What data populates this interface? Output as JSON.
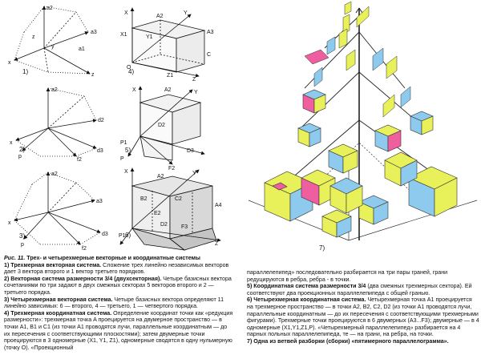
{
  "figure_labels": {
    "left_row_numbers": [
      "1)",
      "2)",
      "3)"
    ],
    "mid_row_numbers": [
      "4)",
      "5)",
      "6)"
    ],
    "right_number": "7)"
  },
  "left_caption": {
    "title_prefix": "Рис. 11.",
    "title_text": " Трех- и четырехмерные векторные и координатные системы",
    "items": [
      {
        "head": "1) Трехмерная векторная система.",
        "body": " Сложение трех линейно независимых векторов дает 3 вектора второго и 1 вектор третьего порядков."
      },
      {
        "head": "2) Векторная система размерности 3/4 (двухсекторная).",
        "body": " Четыре базисных вектора сочетаниями по три задают в двух смежных секторах 5 векторов второго и 2 — третьего порядка."
      },
      {
        "head": "3) Четырехмерная векторная система.",
        "body": " Четыре базисных вектора определяют 11 линейно зависимых: 6 — второго, 4 — третьего, 1 — четвертого порядка."
      },
      {
        "head": "4) Трехмерная координатная система.",
        "body": " Определение координат точки как «редукция размерности»: трехмерная точка A проецируется на двумерное пространство — в точки A1, B1 и C1 (из точки A1 проводятся лучи, параллельные координатным — до их пересечения с соответствующими плоскостями); затем двумерные точки проецируются в 3 одномерные (X1, Y1, Z1), одномерные сводятся в одну нульмерную (точку O). «Проекционный"
      }
    ]
  },
  "right_caption": {
    "lead": "параллелепипед» последовательно разбирается на три пары граней, грани редуцируются в ребра, ребра - в точки.",
    "items": [
      {
        "head": "5) Координатная система размерности 3/4",
        "body": " (два смежных трехмерных сектора). Ей соответствуют два проекционных параллелепипеда с общей гранью."
      },
      {
        "head": "6) Четырехмерная координатная система.",
        "body": " Четырехмерная точка A1 проецируется на трехмерное пространство — в точки A2, B2, C2, D2 (из точки A1 проводятся лучи, параллельные координатным — до их пересечения с соответствующими трехмерными фигурами). Трехмерные точки проецируются в 6 двумерных (A3...F3); двумерные — в 4 одномерные (X1,Y1,Z1,P). «Четырехмерный параллелепипед» разбирается на 4 парных польных параллелепипеда, те — на грани, на ребра, на точки."
      },
      {
        "head": "7) Одна из ветвей разборки (сборки) «пятимерного параллелограмма».",
        "body": ""
      }
    ]
  },
  "colors": {
    "yellow": "#e8f05a",
    "blue": "#8ec9ee",
    "pink": "#ef5fa0",
    "stem": "#222222"
  }
}
